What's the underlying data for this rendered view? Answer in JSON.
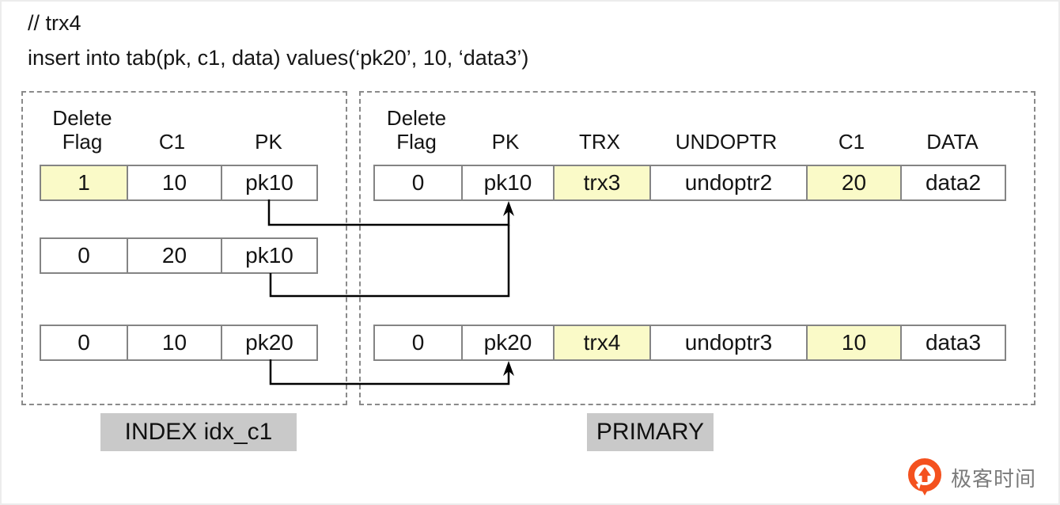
{
  "header": {
    "comment": "// trx4",
    "sql": "insert into tab(pk, c1, data) values(‘pk20’, 10, ‘data3’)"
  },
  "index_table": {
    "label": "INDEX idx_c1",
    "columns": [
      "Delete\nFlag",
      "C1",
      "PK"
    ],
    "rows": [
      [
        "1",
        "10",
        "pk10"
      ],
      [
        "0",
        "20",
        "pk10"
      ],
      [
        "0",
        "10",
        "pk20"
      ]
    ],
    "highlights": [
      [
        true,
        false,
        false
      ],
      [
        false,
        false,
        false
      ],
      [
        false,
        false,
        false
      ]
    ]
  },
  "primary_table": {
    "label": "PRIMARY",
    "columns": [
      "Delete\nFlag",
      "PK",
      "TRX",
      "UNDOPTR",
      "C1",
      "DATA"
    ],
    "rows": [
      [
        "0",
        "pk10",
        "trx3",
        "undoptr2",
        "20",
        "data2"
      ],
      [
        "0",
        "pk20",
        "trx4",
        "undoptr3",
        "10",
        "data3"
      ]
    ],
    "highlights": [
      [
        false,
        false,
        true,
        false,
        true,
        false
      ],
      [
        false,
        false,
        true,
        false,
        true,
        false
      ]
    ]
  },
  "footer": {
    "brand": "极客时间"
  },
  "colors": {
    "highlight": "#FAFAC8",
    "label_bg": "#C9C9C9",
    "table_border": "#848484",
    "dashed_border": "#8A8A8A",
    "arrow_line": "#000000",
    "brand_orange": "#F4511E",
    "brand_text_gray": "#7B7B7B"
  }
}
